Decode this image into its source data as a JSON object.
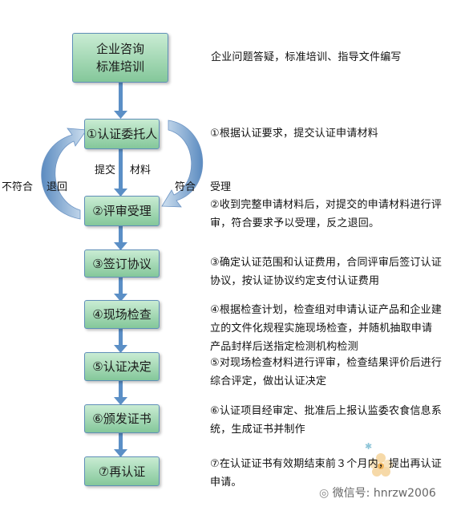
{
  "header": {
    "box_line1": "企业咨询",
    "box_line2": "标准培训",
    "desc": "企业问题答疑，标准培训、指导文件编写"
  },
  "steps": [
    {
      "label": "①认证委托人",
      "desc": "①根据认证要求，提交认证申请材料"
    },
    {
      "label": "②评审受理",
      "desc": "②收到完整申请材料后，对提交的申请材料进行评审，符合要求予以受理，反之退回。"
    },
    {
      "label": "③签订协议",
      "desc": "③确定认证范围和认证费用，合同评审后签订认证协议，按认证协议约定支付认证费用"
    },
    {
      "label": "④现场检查",
      "desc": "④根据检查计划，检查组对申请认证产品和企业建立的文件化规程实施现场检查，并随机抽取申请产品封样后送指定检测机构检测"
    },
    {
      "label": "⑤认证决定",
      "desc": "⑤对现场检查材料进行评审，检查结果评价后进行综合评定，做出认证决定"
    },
    {
      "label": "⑥颁发证书",
      "desc": "⑥认证项目经审定、批准后上报认监委农食信息系统，生成证书并制作"
    },
    {
      "label": "⑦再认证",
      "desc": "⑦在认证证书有效期结束前３个月内，提出再认证申请。"
    }
  ],
  "flow_labels": {
    "submit": "提交",
    "material": "材料",
    "reject": "不符合",
    "return": "退回",
    "accept_ok": "符合",
    "accept": "受理"
  },
  "watermark": "微信号: hnrzw2006",
  "colors": {
    "box_top": "#c9ecd3",
    "box_bottom": "#84c79a",
    "border": "#5f8fb8",
    "arrow": "#5b8fc6"
  }
}
